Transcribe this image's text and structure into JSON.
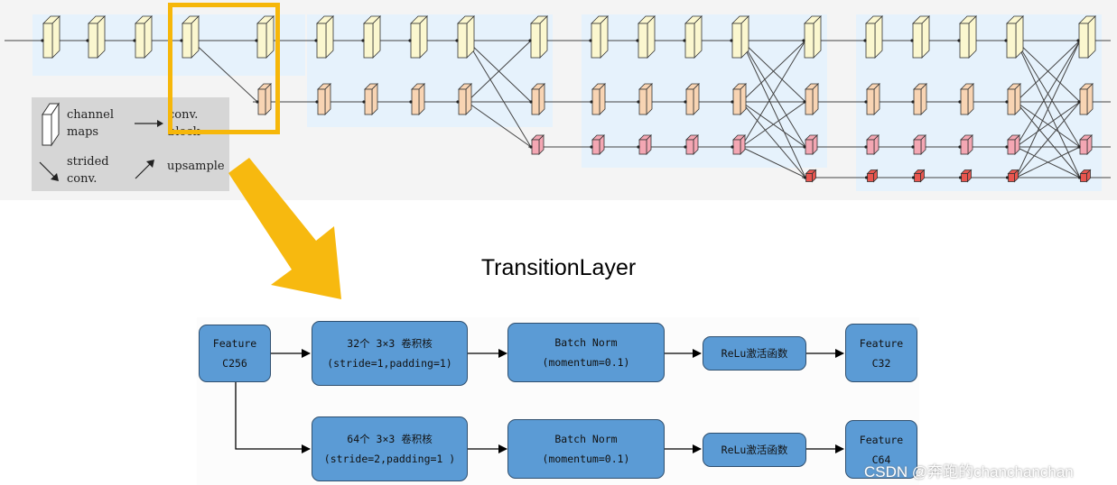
{
  "legend": {
    "channel_maps": [
      "channel",
      "maps"
    ],
    "conv_block": [
      "conv.",
      "block"
    ],
    "strided_conv": [
      "strided",
      "conv."
    ],
    "upsample": "upsample"
  },
  "title": "TransitionLayer",
  "flow": {
    "row1": {
      "input": [
        "Feature",
        "C256"
      ],
      "conv": [
        "32个 3×3 卷积核",
        "(stride=1,padding=1)"
      ],
      "bn": [
        "Batch Norm",
        "(momentum=0.1)"
      ],
      "act": "ReLu激活函数",
      "output": [
        "Feature",
        "C32"
      ]
    },
    "row2": {
      "conv": [
        "64个 3×3 卷积核",
        "(stride=2,padding=1 )"
      ],
      "bn": [
        "Batch Norm",
        "(momentum=0.1)"
      ],
      "act": "ReLu激活函数",
      "output": [
        "Feature",
        "C64"
      ]
    }
  },
  "watermark": "CSDN @奔跑的chanchanchan",
  "colors": {
    "stream1": "#fbf7cf",
    "stream2": "#f8d4b3",
    "stream3": "#f4a7b3",
    "stream4": "#e8564f",
    "stage_bg": "#e6f2fc",
    "highlight": "#f6b70a",
    "box": "#5b9bd5"
  }
}
